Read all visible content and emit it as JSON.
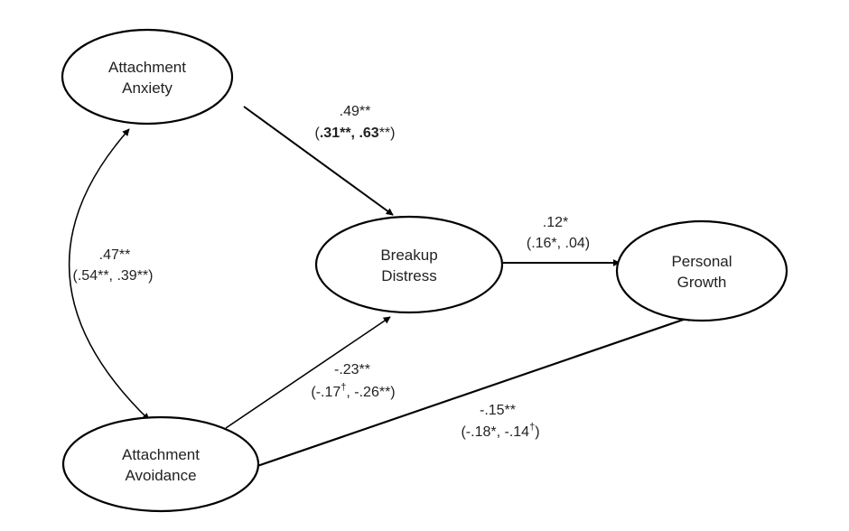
{
  "nodes": {
    "anxiety": {
      "line1": "Attachment",
      "line2": "Anxiety"
    },
    "avoidance": {
      "line1": "Attachment",
      "line2": "Avoidance"
    },
    "distress": {
      "line1": "Breakup",
      "line2": "Distress"
    },
    "growth": {
      "line1": "Personal",
      "line2": "Growth"
    }
  },
  "edges": {
    "anx_dist": {
      "main": ".49**",
      "p1": "(",
      "b1": ".31**",
      "sep": ", ",
      "b2": ".63",
      "tail": "**)"
    },
    "anx_avo": {
      "main": ".47**",
      "sub": "(.54**, .39**)"
    },
    "dist_growth": {
      "main": ".12*",
      "sub": "(.16*, .04)"
    },
    "avo_dist": {
      "main": "-.23**",
      "pre": "(-.17",
      "sup": "†",
      "post": ", -.26**)"
    },
    "avo_growth": {
      "main": "-.15**",
      "pre": "(-.18*, -.14",
      "sup": "†",
      "post": ")"
    }
  },
  "colors": {
    "stroke": "#000000",
    "text": "#222222",
    "background": "#ffffff"
  }
}
